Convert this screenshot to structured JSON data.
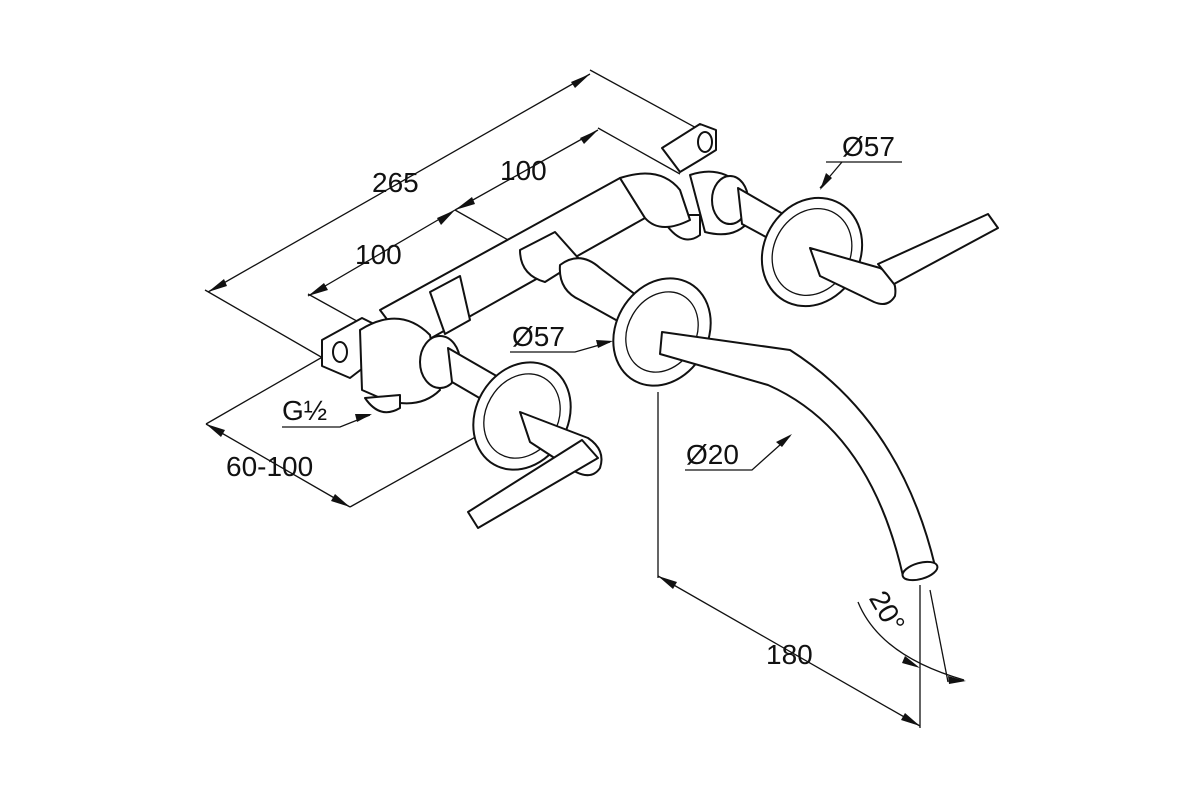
{
  "drawing": {
    "subject": "wall-mounted three-hole basin mixer",
    "stroke_color": "#111111",
    "background_color": "#ffffff"
  },
  "dimensions": {
    "overall_width": "265",
    "valve_spacing_right": "100",
    "valve_spacing_left": "100",
    "rosette_diameter_right": "Ø57",
    "rosette_diameter_center": "Ø57",
    "connection_thread": "G½",
    "installation_depth": "60-100",
    "spout_diameter": "Ø20",
    "spout_projection": "180",
    "spout_angle": "20°"
  }
}
